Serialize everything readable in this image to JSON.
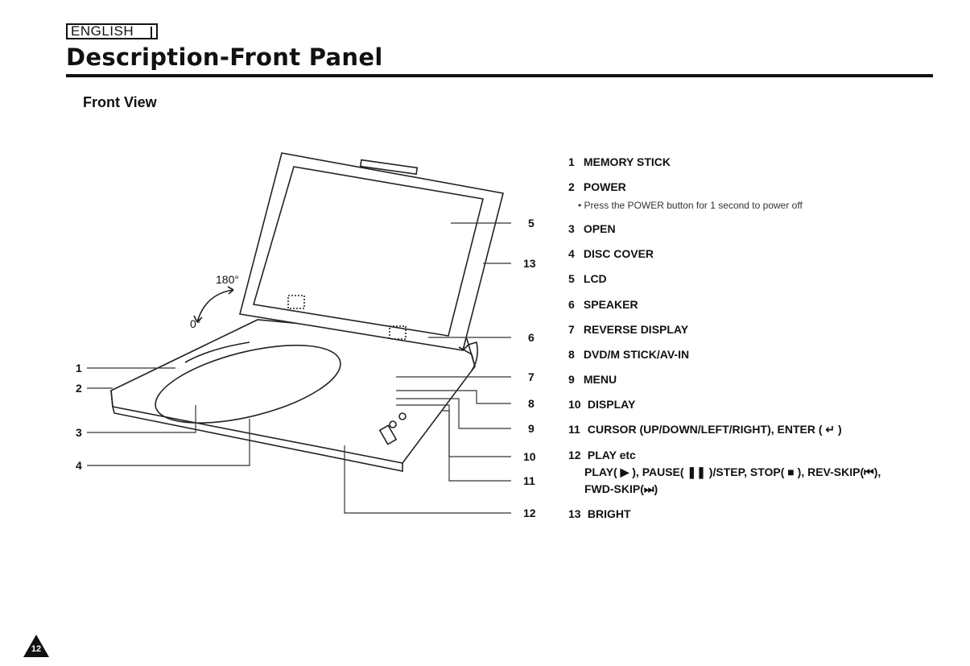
{
  "header": {
    "language": "ENGLISH",
    "title": "Description-Front Panel"
  },
  "section": {
    "title": "Front View"
  },
  "diagram": {
    "rotation_start": "0°",
    "rotation_end": "180°",
    "callouts": [
      "1",
      "2",
      "3",
      "4",
      "5",
      "6",
      "7",
      "8",
      "9",
      "10",
      "11",
      "12",
      "13"
    ]
  },
  "labels": [
    {
      "num": "1",
      "text": "MEMORY STICK"
    },
    {
      "num": "2",
      "text": "POWER",
      "note": "• Press the POWER button for 1 second to power off"
    },
    {
      "num": "3",
      "text": "OPEN"
    },
    {
      "num": "4",
      "text": "DISC COVER"
    },
    {
      "num": "5",
      "text": "LCD"
    },
    {
      "num": "6",
      "text": "SPEAKER"
    },
    {
      "num": "7",
      "text": "REVERSE DISPLAY"
    },
    {
      "num": "8",
      "text": "DVD/M STICK/AV-IN"
    },
    {
      "num": "9",
      "text": "MENU"
    },
    {
      "num": "10",
      "text": "DISPLAY"
    },
    {
      "num": "11",
      "text": "CURSOR (UP/DOWN/LEFT/RIGHT), ENTER ( ↵ )"
    },
    {
      "num": "12",
      "text": "PLAY etc",
      "line2": "PLAY( ▶ ), PAUSE( ❚❚ )/STEP, STOP( ■ ), REV-SKIP(⏮),",
      "line3": "FWD-SKIP(⏭)"
    },
    {
      "num": "13",
      "text": "BRIGHT"
    }
  ],
  "footer": {
    "page_number": "12"
  }
}
